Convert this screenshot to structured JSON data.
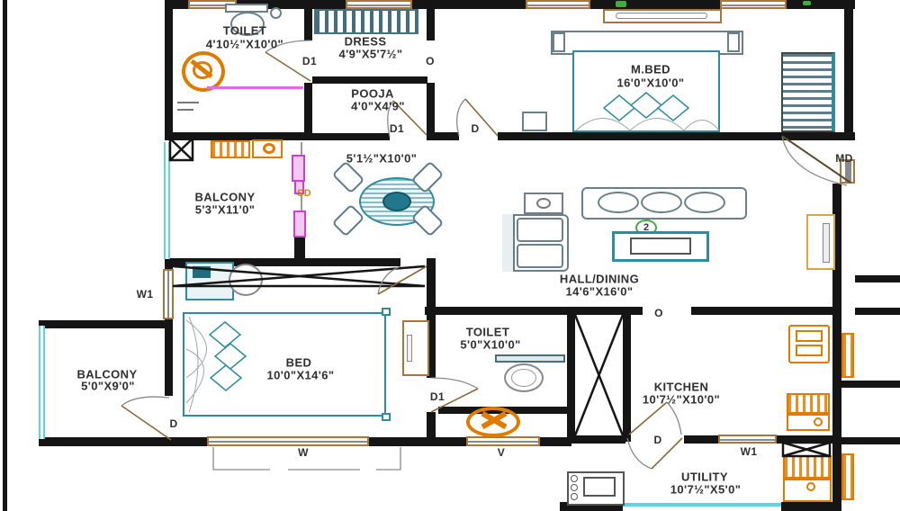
{
  "rooms": {
    "toilet1": {
      "label": "TOILET",
      "dims": "4'10½\"X10'0\""
    },
    "dress": {
      "label": "DRESS",
      "dims": "4'9\"X5'7½\""
    },
    "pooja": {
      "label": "POOJA",
      "dims": "4'0\"X4'9\""
    },
    "mbed": {
      "label": "M.BED",
      "dims": "16'0\"X10'0\""
    },
    "dining": {
      "label": "",
      "dims": "5'1½\"X10'0\""
    },
    "balcony1": {
      "label": "BALCONY",
      "dims": "5'3\"X11'0\""
    },
    "hall": {
      "label": "HALL/DINING",
      "dims": "14'6\"X16'0\""
    },
    "bed": {
      "label": "BED",
      "dims": "10'0\"X14'6\""
    },
    "toilet2": {
      "label": "TOILET",
      "dims": "5'0\"X10'0\""
    },
    "balcony2": {
      "label": "BALCONY",
      "dims": "5'0\"X9'0\""
    },
    "kitchen": {
      "label": "KITCHEN",
      "dims": "10'7½\"X10'0\""
    },
    "utility": {
      "label": "UTILITY",
      "dims": "10'7½\"X5'0\""
    }
  },
  "markers": {
    "d1_toilet1": "D1",
    "o_dress": "O",
    "d1_pooja": "D1",
    "d_mbed": "D",
    "md": "MD",
    "sd": "SD",
    "w1_bed": "W1",
    "d_bed_balcony": "D",
    "d1_toilet2": "D1",
    "o_hall": "O",
    "d_kitchen": "D",
    "w1_utility": "W1",
    "w_bottom": "W",
    "v_bottom": "V",
    "sofa_count": "2"
  },
  "colors": {
    "wall": "#151515",
    "fixture_orange": "#e07b00",
    "furniture_teal": "#2e8ca0",
    "window_frame": "#a9763a",
    "railing_cyan": "#5fd3e3",
    "sliding_door_magenta": "#cc3fcf",
    "plant_green": "#3fae3f"
  }
}
